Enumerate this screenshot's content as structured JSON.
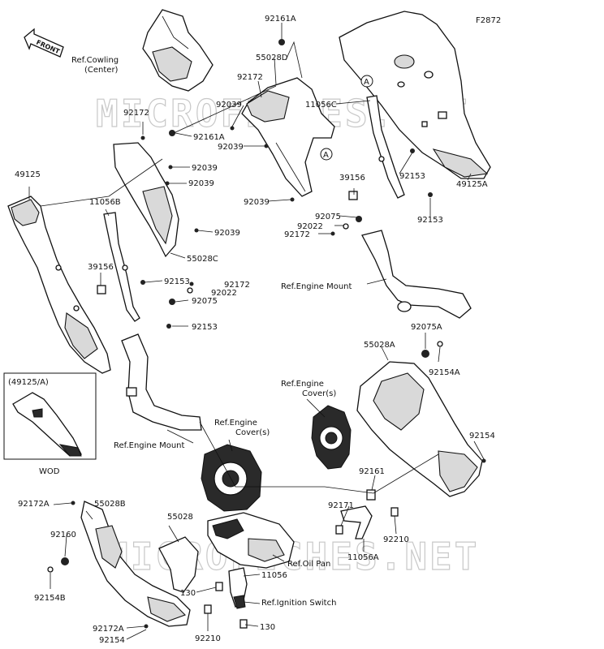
{
  "figure_code": "F2872",
  "front_label": "FRONT",
  "watermark": "MICROFICHES.NET",
  "inset": {
    "title": "(49125/A)",
    "footer": "WOD"
  },
  "circle_marker": "A",
  "refs": {
    "cowling_line1": "Ref.Cowling",
    "cowling_line2": "(Center)",
    "engine_mount_right": "Ref.Engine Mount",
    "engine_mount_left": "Ref.Engine Mount",
    "engine_cover_right_line1": "Ref.Engine",
    "engine_cover_right_line2": "Cover(s)",
    "engine_cover_left_line1": "Ref.Engine",
    "engine_cover_left_line2": "Cover(s)",
    "oil_pan": "Ref.Oil Pan",
    "ignition_switch": "Ref.Ignition Switch"
  },
  "labels": {
    "p92161A_top": "92161A",
    "p55028D": "55028D",
    "p92172_top": "92172",
    "p92039_a": "92039",
    "p11056C": "11056C",
    "p92039_b": "92039",
    "p92172_left": "92172",
    "p92161A_left": "92161A",
    "p92039_c": "92039",
    "p92039_d": "92039",
    "p49125": "49125",
    "p11056B": "11056B",
    "p92039_e": "92039",
    "p55028C": "55028C",
    "p39156_right": "39156",
    "p92153_right_a": "92153",
    "p92039_f": "92039",
    "p92075_right": "92075",
    "p92022_right": "92022",
    "p92172_right": "92172",
    "p92153_right_b": "92153",
    "p49125A": "49125A",
    "p39156_left": "39156",
    "p92153_left_a": "92153",
    "p92172_mid": "92172",
    "p92022_mid": "92022",
    "p92075_mid": "92075",
    "p92153_left_b": "92153",
    "p92075A": "92075A",
    "p55028A": "55028A",
    "p92154A": "92154A",
    "p92154_right": "92154",
    "p92161": "92161",
    "p92171": "92171",
    "p92210_right": "92210",
    "p11056A": "11056A",
    "p92172A_top": "92172A",
    "p55028B": "55028B",
    "p55028": "55028",
    "p92160": "92160",
    "p92154B": "92154B",
    "p11056": "11056",
    "p130_a": "130",
    "p130_b": "130",
    "p92172A_bottom": "92172A",
    "p92154_bottom": "92154",
    "p92210_bottom": "92210"
  }
}
